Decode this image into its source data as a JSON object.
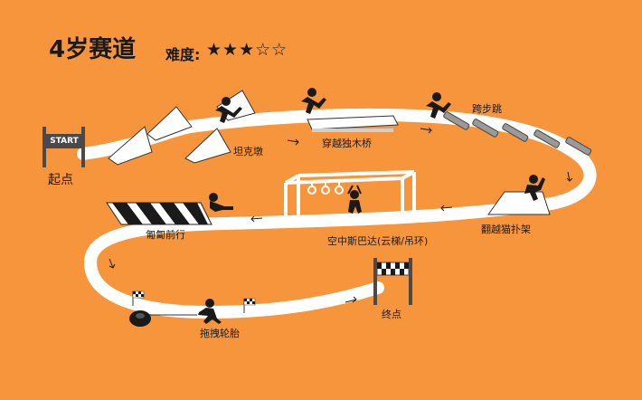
{
  "header": {
    "title": "4岁赛道",
    "difficulty_label": "难度:",
    "stars": "★★★☆☆",
    "rating": {
      "filled": 3,
      "total": 5
    }
  },
  "course": {
    "start_sign": "START",
    "start": "起点",
    "finish": "终点",
    "stations": {
      "tank": "坦克墩",
      "beam": "穿越独木桥",
      "step": "跨步跳",
      "cat": "翻越猫扑架",
      "monkey": "空中斯巴达(云梯/吊环)",
      "crawl": "匍匐前行",
      "tire": "拖拽轮胎"
    }
  },
  "colors": {
    "background": "#f7953d",
    "track": "#ffffff",
    "ink": "#1a1a1a"
  }
}
